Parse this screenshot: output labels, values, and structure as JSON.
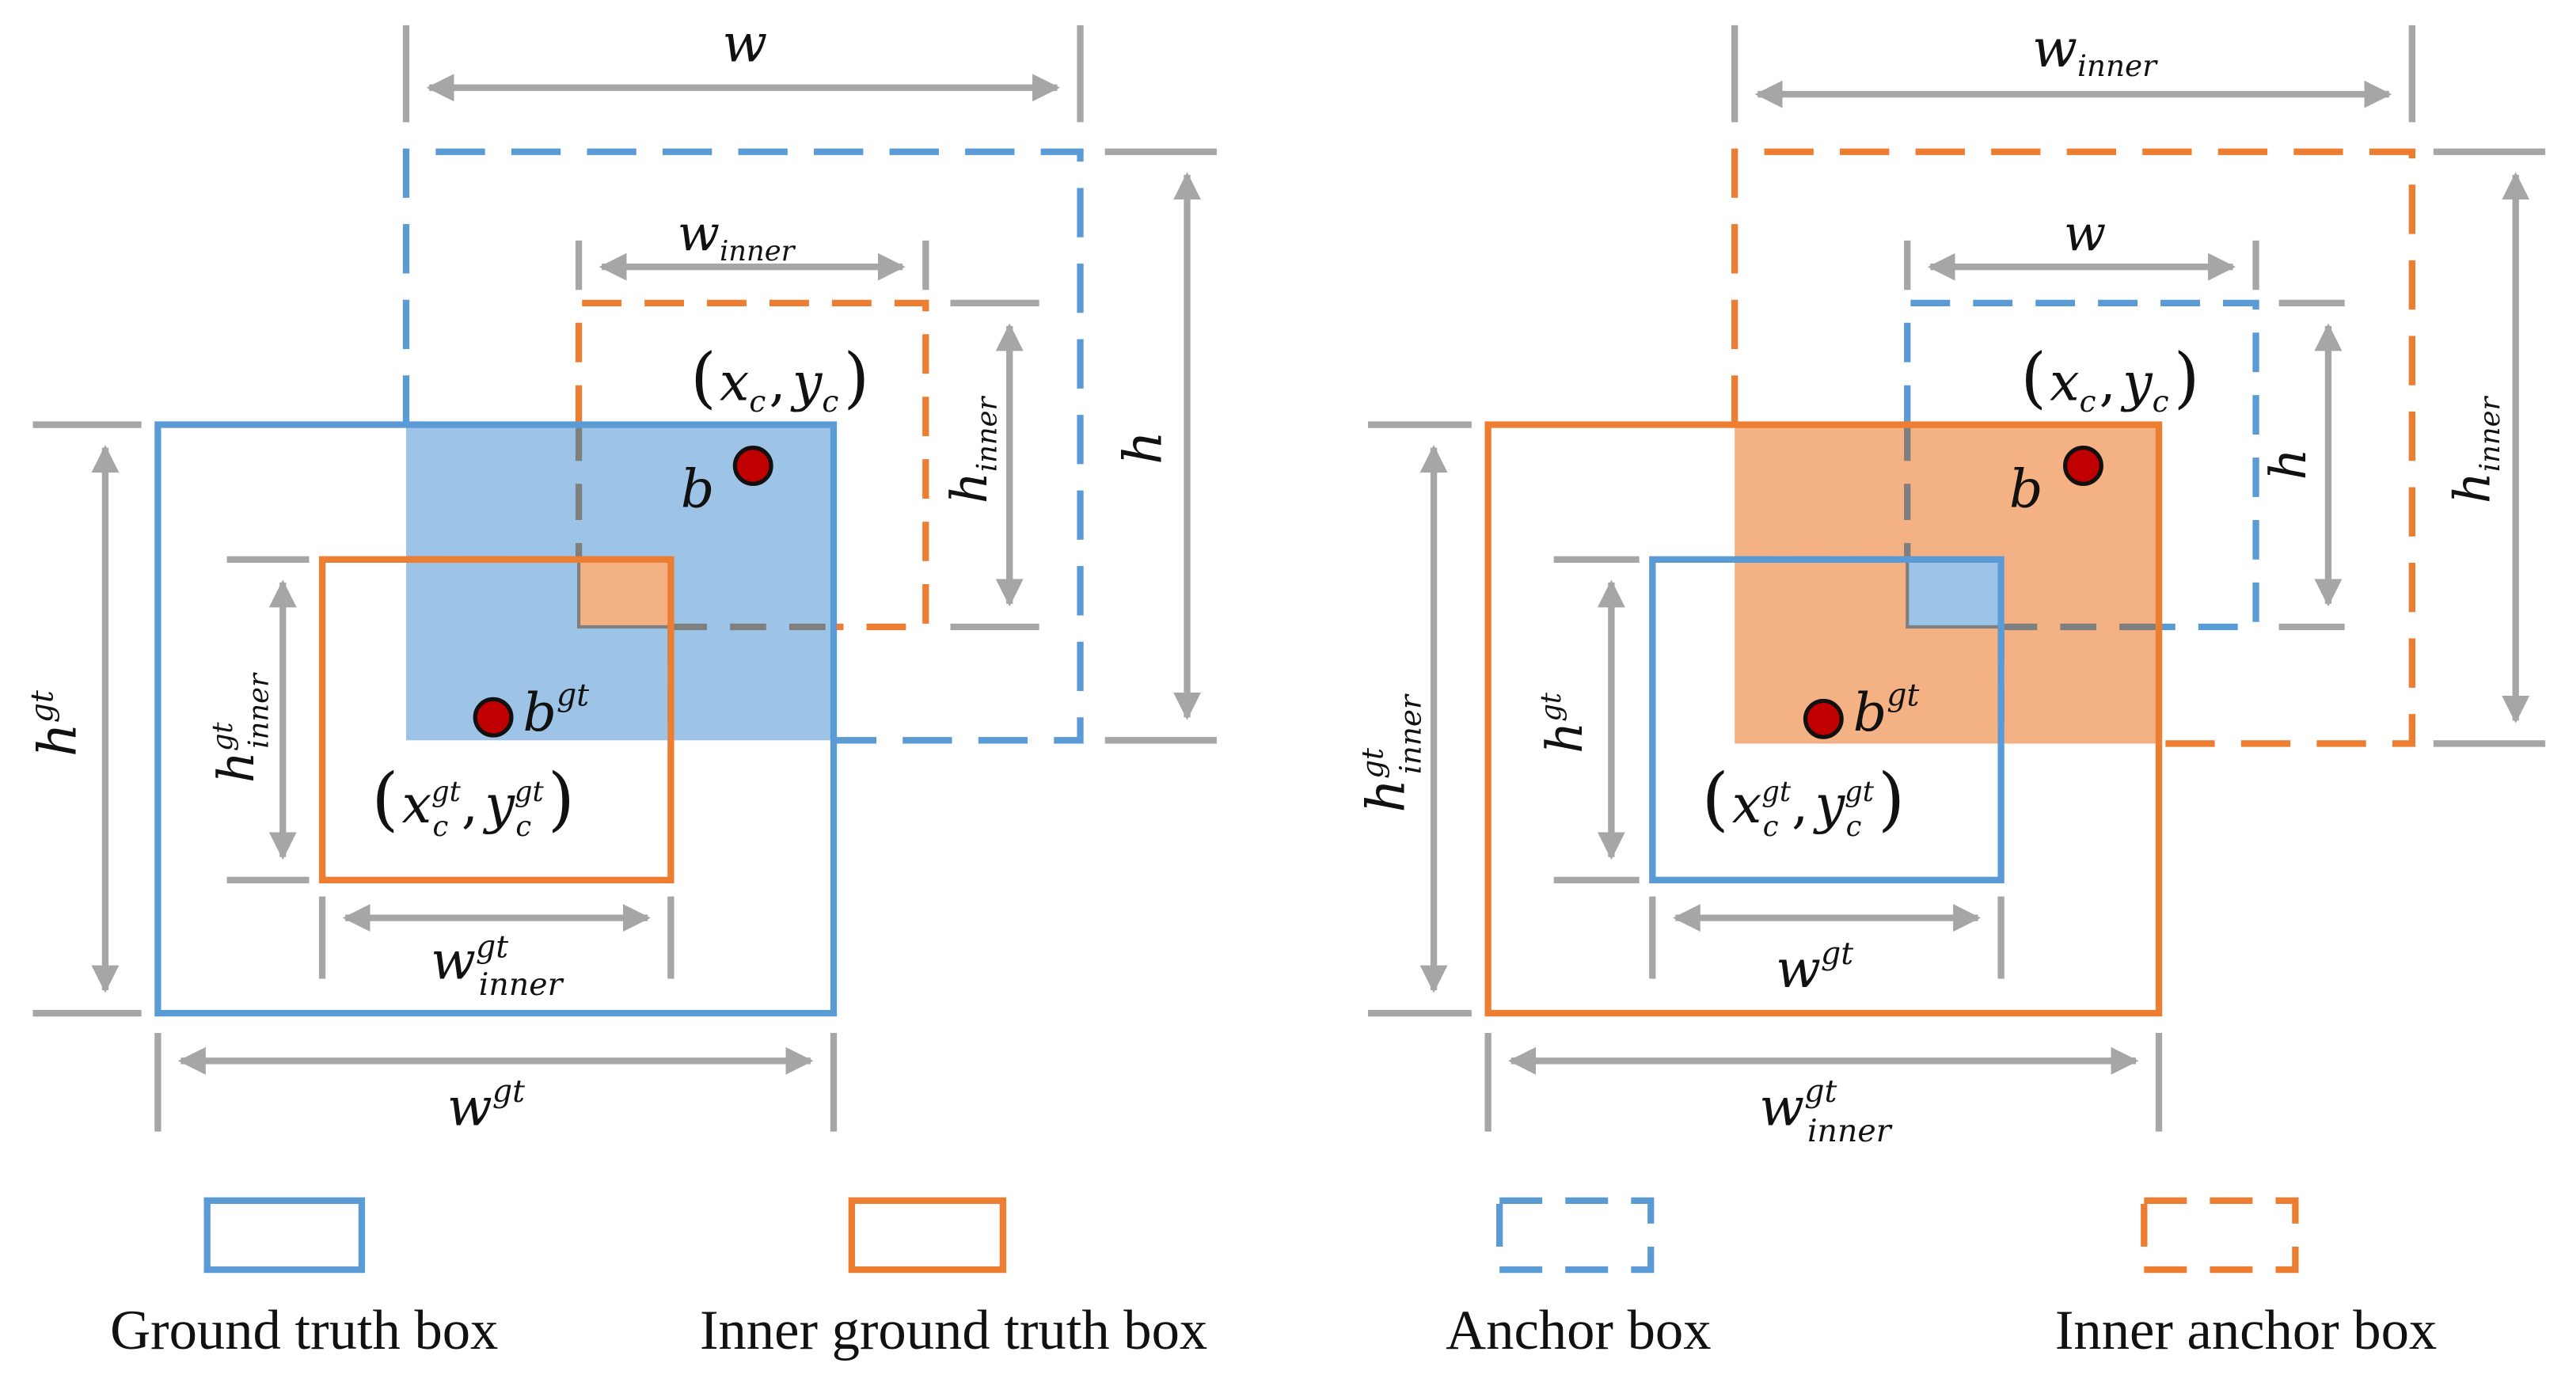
{
  "colors": {
    "blue": "#5b9bd5",
    "orange": "#ed7d31",
    "gray": "#a6a6a6",
    "dark_gray": "#7f7f7f",
    "fill_blue": "#9dc3e6",
    "fill_orange": "#f4b183",
    "point_red": "#c00000"
  },
  "left_panel": {
    "w": {
      "base": "w",
      "sub": "",
      "sup": ""
    },
    "w_inner": {
      "base": "w",
      "sub": "inner",
      "sup": ""
    },
    "h": {
      "base": "h",
      "sub": "",
      "sup": ""
    },
    "h_inner": {
      "base": "h",
      "sub": "inner",
      "sup": ""
    },
    "h_gt": {
      "base": "h",
      "sub": "",
      "sup": "gt"
    },
    "h_gt_inner": {
      "base": "h",
      "sub": "inner",
      "sup": "gt"
    },
    "w_gt_inner": {
      "base": "w",
      "sub": "inner",
      "sup": "gt"
    },
    "w_gt": {
      "base": "w",
      "sub": "",
      "sup": "gt"
    },
    "b": {
      "base": "b",
      "sub": "",
      "sup": ""
    },
    "b_gt": {
      "base": "b",
      "sub": "",
      "sup": "gt"
    },
    "center": {
      "x": "x",
      "xs": "c",
      "y": "y",
      "ys": "c",
      "sup": ""
    },
    "center_gt": {
      "x": "x",
      "xs": "c",
      "y": "y",
      "ys": "c",
      "sup": "gt"
    }
  },
  "right_panel": {
    "w_inner": {
      "base": "w",
      "sub": "inner",
      "sup": ""
    },
    "w": {
      "base": "w",
      "sub": "",
      "sup": ""
    },
    "h": {
      "base": "h",
      "sub": "",
      "sup": ""
    },
    "h_inner": {
      "base": "h",
      "sub": "inner",
      "sup": ""
    },
    "h_gt_inner": {
      "base": "h",
      "sub": "inner",
      "sup": "gt"
    },
    "h_gt": {
      "base": "h",
      "sub": "",
      "sup": "gt"
    },
    "w_gt": {
      "base": "w",
      "sub": "",
      "sup": "gt"
    },
    "w_gt_inner": {
      "base": "w",
      "sub": "inner",
      "sup": "gt"
    },
    "b": {
      "base": "b",
      "sub": "",
      "sup": ""
    },
    "b_gt": {
      "base": "b",
      "sub": "",
      "sup": "gt"
    },
    "center": {
      "x": "x",
      "xs": "c",
      "y": "y",
      "ys": "c",
      "sup": ""
    },
    "center_gt": {
      "x": "x",
      "xs": "c",
      "y": "y",
      "ys": "c",
      "sup": "gt"
    }
  },
  "legend": {
    "ground_truth": "Ground truth box",
    "inner_ground_truth": "Inner ground truth box",
    "anchor": "Anchor box",
    "inner_anchor": "Inner anchor box"
  }
}
